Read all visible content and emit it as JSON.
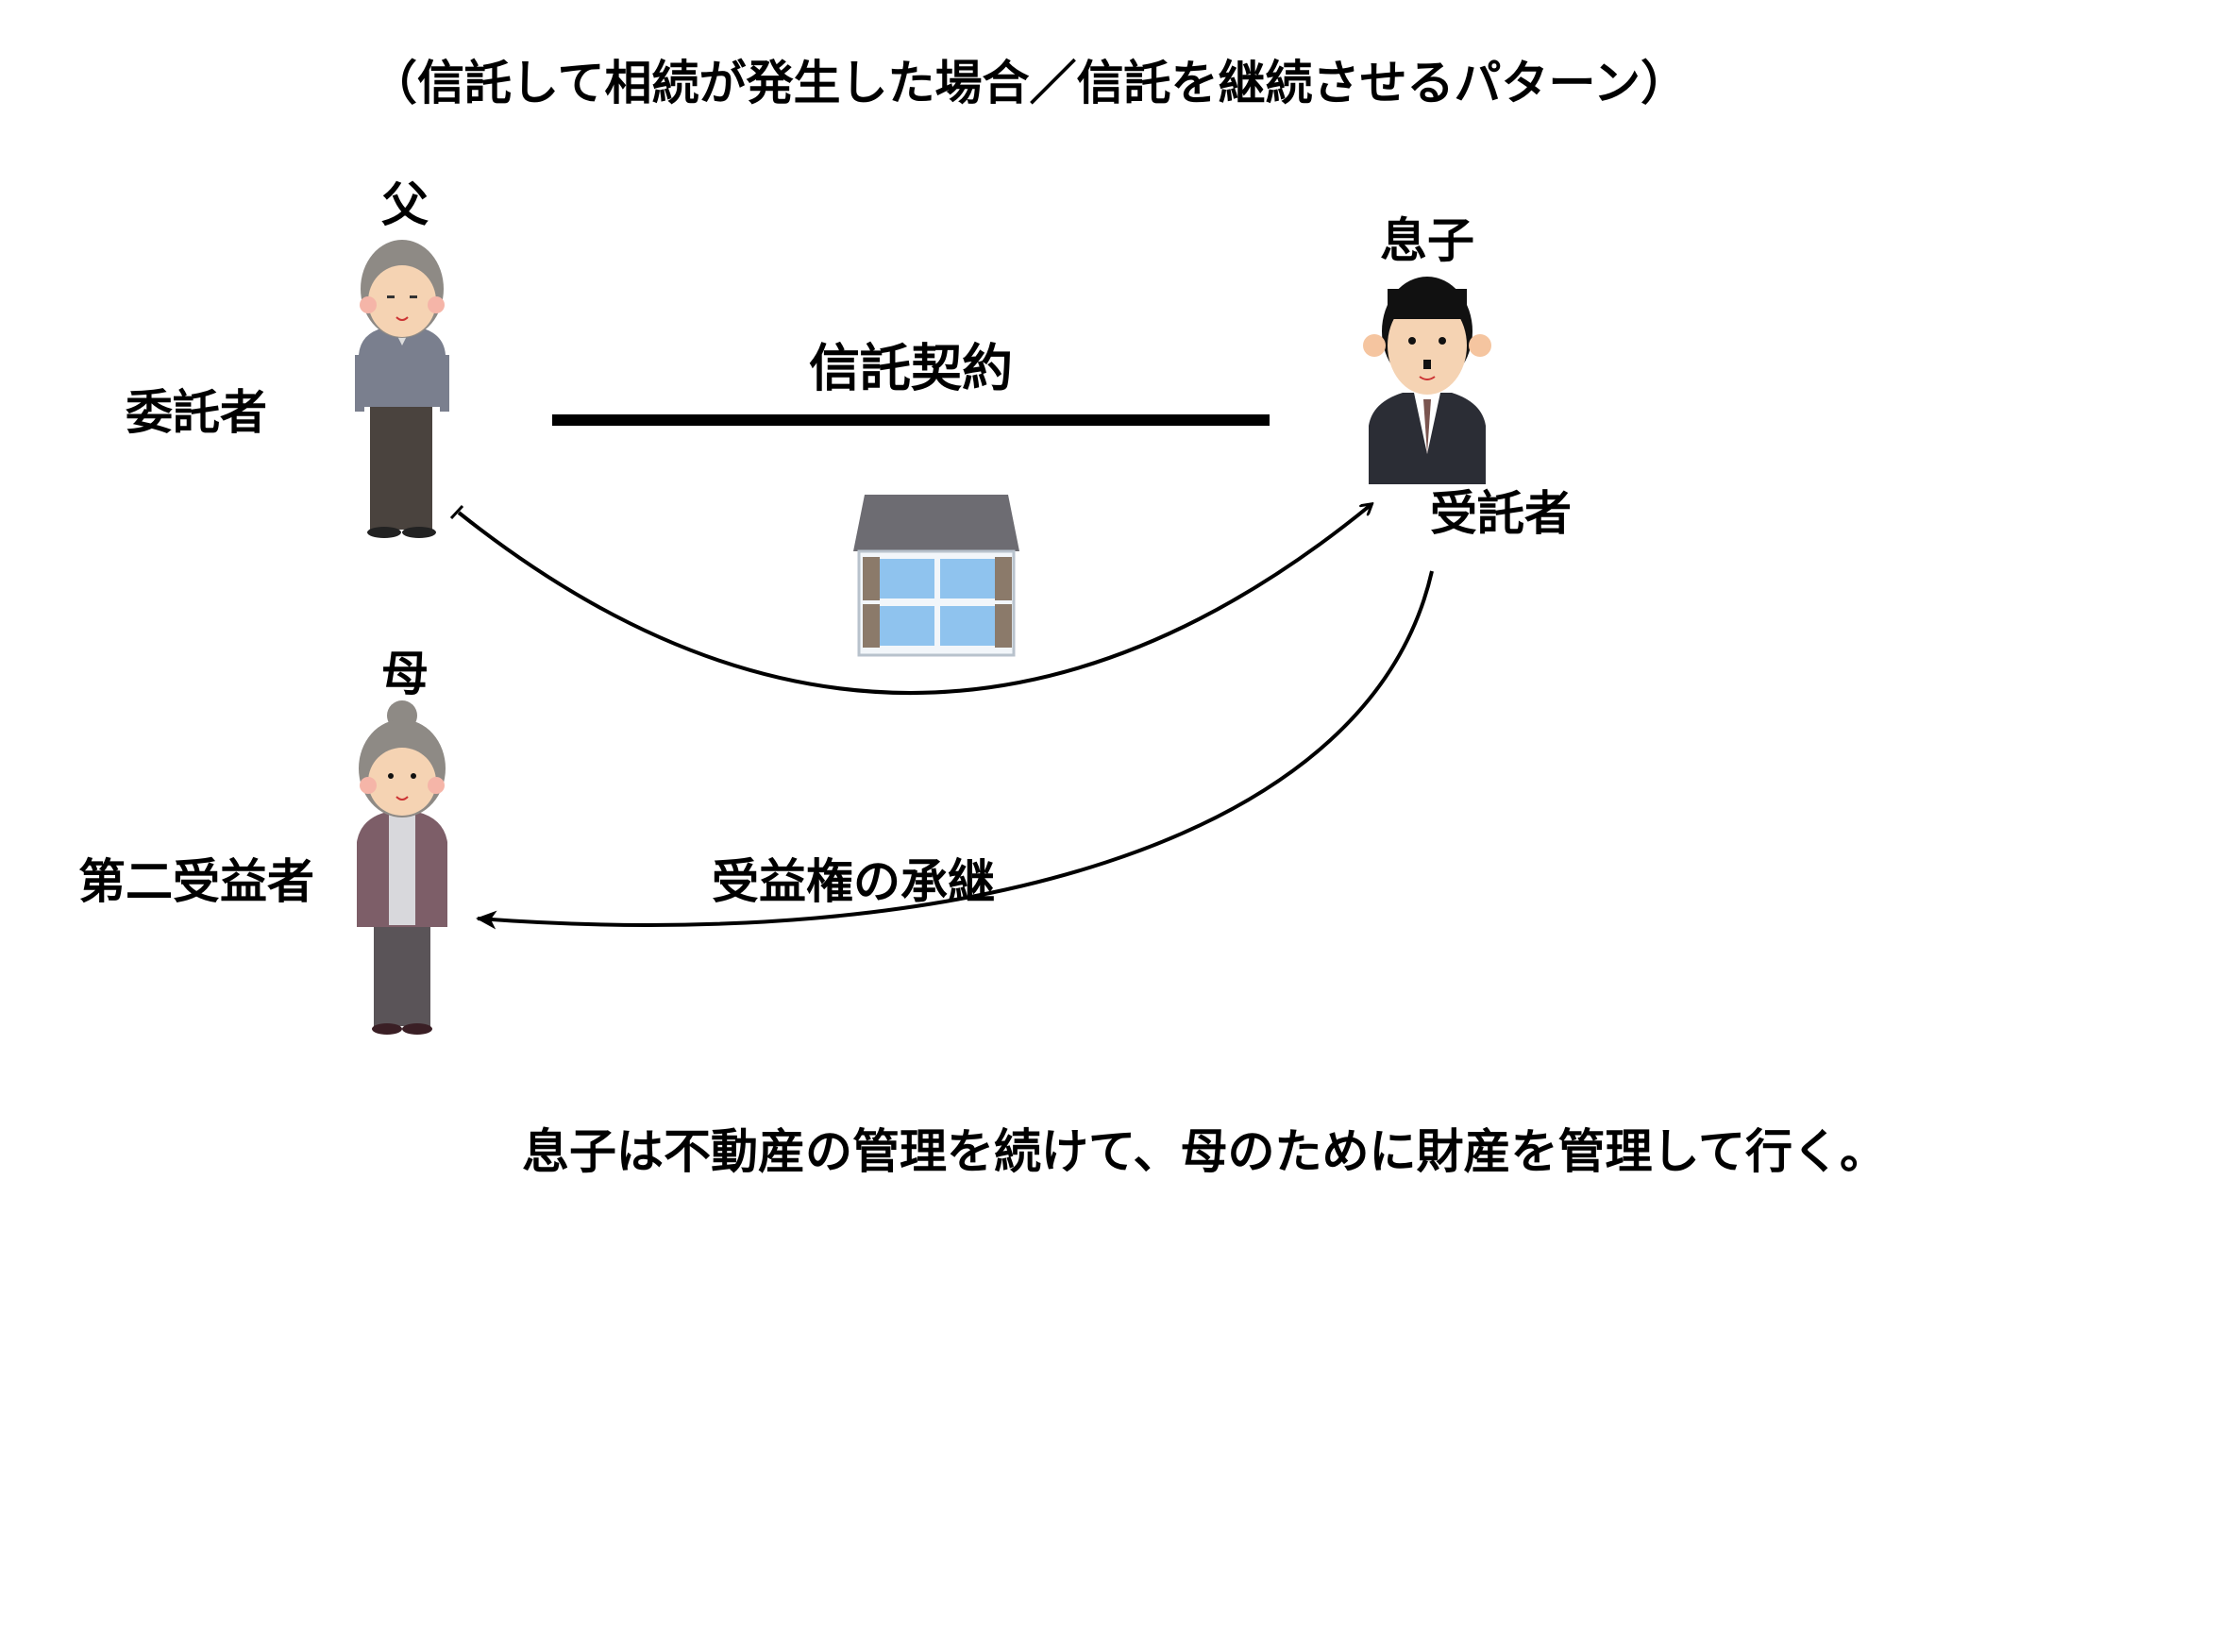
{
  "title": "（信託して相続が発生した場合／信託を継続させるパターン）",
  "people": {
    "father": {
      "name": "父",
      "role": "委託者"
    },
    "son": {
      "name": "息子",
      "role": "受託者"
    },
    "mother": {
      "name": "母",
      "role": "第二受益者"
    }
  },
  "contract_label": "信託契約",
  "transfer_label": "受益権の承継",
  "summary": "息子は不動産の管理を続けて、母のために財産を管理して行く。",
  "colors": {
    "text": "#000000",
    "line": "#000000"
  }
}
